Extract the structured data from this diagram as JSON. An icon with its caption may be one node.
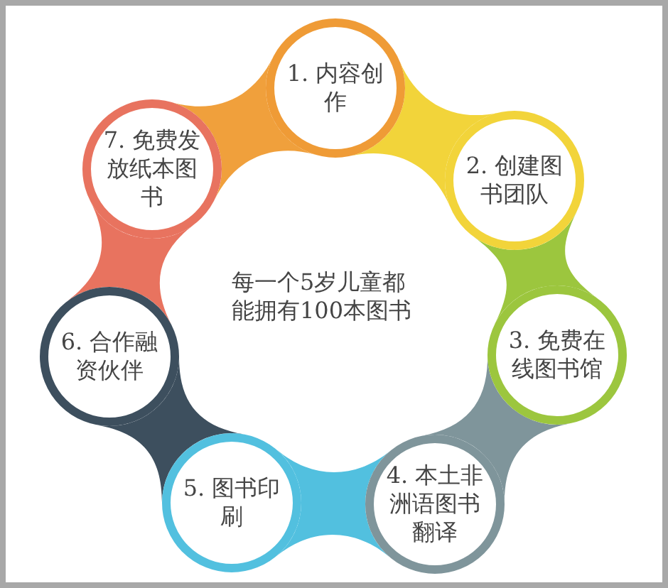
{
  "diagram": {
    "nodes": [
      {
        "text": [
          "1. 内容创作"
        ]
      },
      {
        "text": [
          "2. 创建图书团队"
        ]
      },
      {
        "text": [
          "3. 免费在线图书馆"
        ]
      },
      {
        "text": [
          "4. 本土非洲语图书翻译"
        ]
      },
      {
        "text": [
          "5. 图书印刷"
        ]
      },
      {
        "text": [
          "6. 合作融资伙伴"
        ]
      },
      {
        "text": [
          "7. 免费发放纸本图书"
        ]
      }
    ],
    "edges": [
      {
        "from": 0,
        "to": 1,
        "arrow": "none",
        "color": "#f2d43a"
      },
      {
        "from": 1,
        "to": 2,
        "arrow": "none",
        "color": "#9cc63e"
      },
      {
        "from": 2,
        "to": 3,
        "arrow": "none",
        "color": "#7f959b"
      },
      {
        "from": 3,
        "to": 4,
        "arrow": "none",
        "color": "#52c0df"
      },
      {
        "from": 4,
        "to": 5,
        "arrow": "none",
        "color": "#3d4f5e"
      },
      {
        "from": 5,
        "to": 6,
        "arrow": "none",
        "color": "#e8735f"
      },
      {
        "from": 6,
        "to": 0,
        "arrow": "none",
        "color": "#f0a03c"
      }
    ],
    "labels": [
      "每一个5岁儿童都能拥有100本图书"
    ]
  }
}
